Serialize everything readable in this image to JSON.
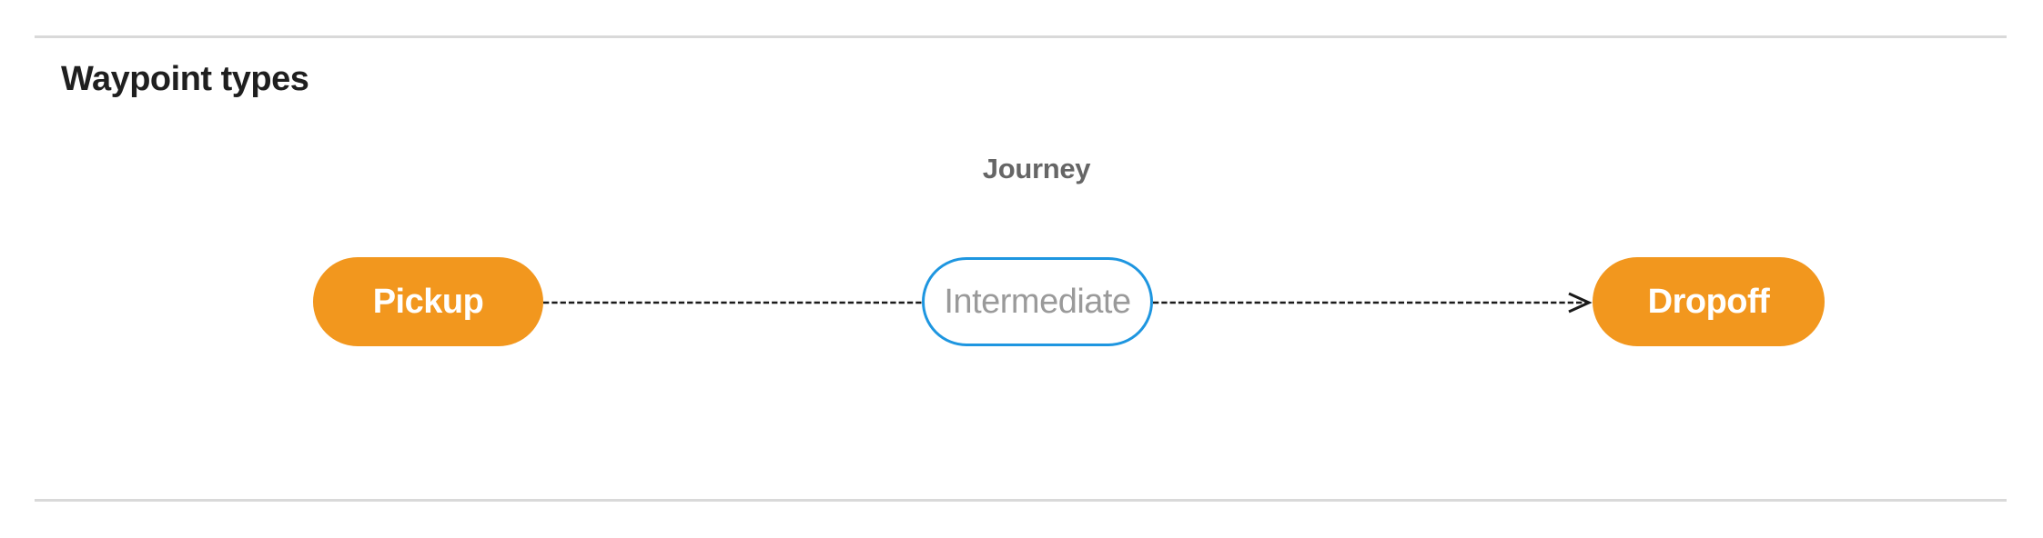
{
  "page": {
    "title": "Waypoint types"
  },
  "diagram": {
    "caption": "Journey",
    "nodes": [
      {
        "id": "pickup",
        "label": "Pickup",
        "type": "terminal"
      },
      {
        "id": "intermediate",
        "label": "Intermediate",
        "type": "intermediate"
      },
      {
        "id": "dropoff",
        "label": "Dropoff",
        "type": "terminal"
      }
    ],
    "edges": [
      {
        "from": "pickup",
        "to": "intermediate",
        "style": "dashed",
        "arrowhead": false
      },
      {
        "from": "intermediate",
        "to": "dropoff",
        "style": "dashed",
        "arrowhead": true
      }
    ],
    "colors": {
      "terminal_fill": "#F2971E",
      "terminal_text": "#FFFFFF",
      "intermediate_border": "#1E96E0",
      "intermediate_text": "#9A9A9A",
      "connector": "#1A1A1A",
      "caption_text": "#666666",
      "divider": "#D9D9D9",
      "title_text": "#1F1F1F"
    }
  }
}
